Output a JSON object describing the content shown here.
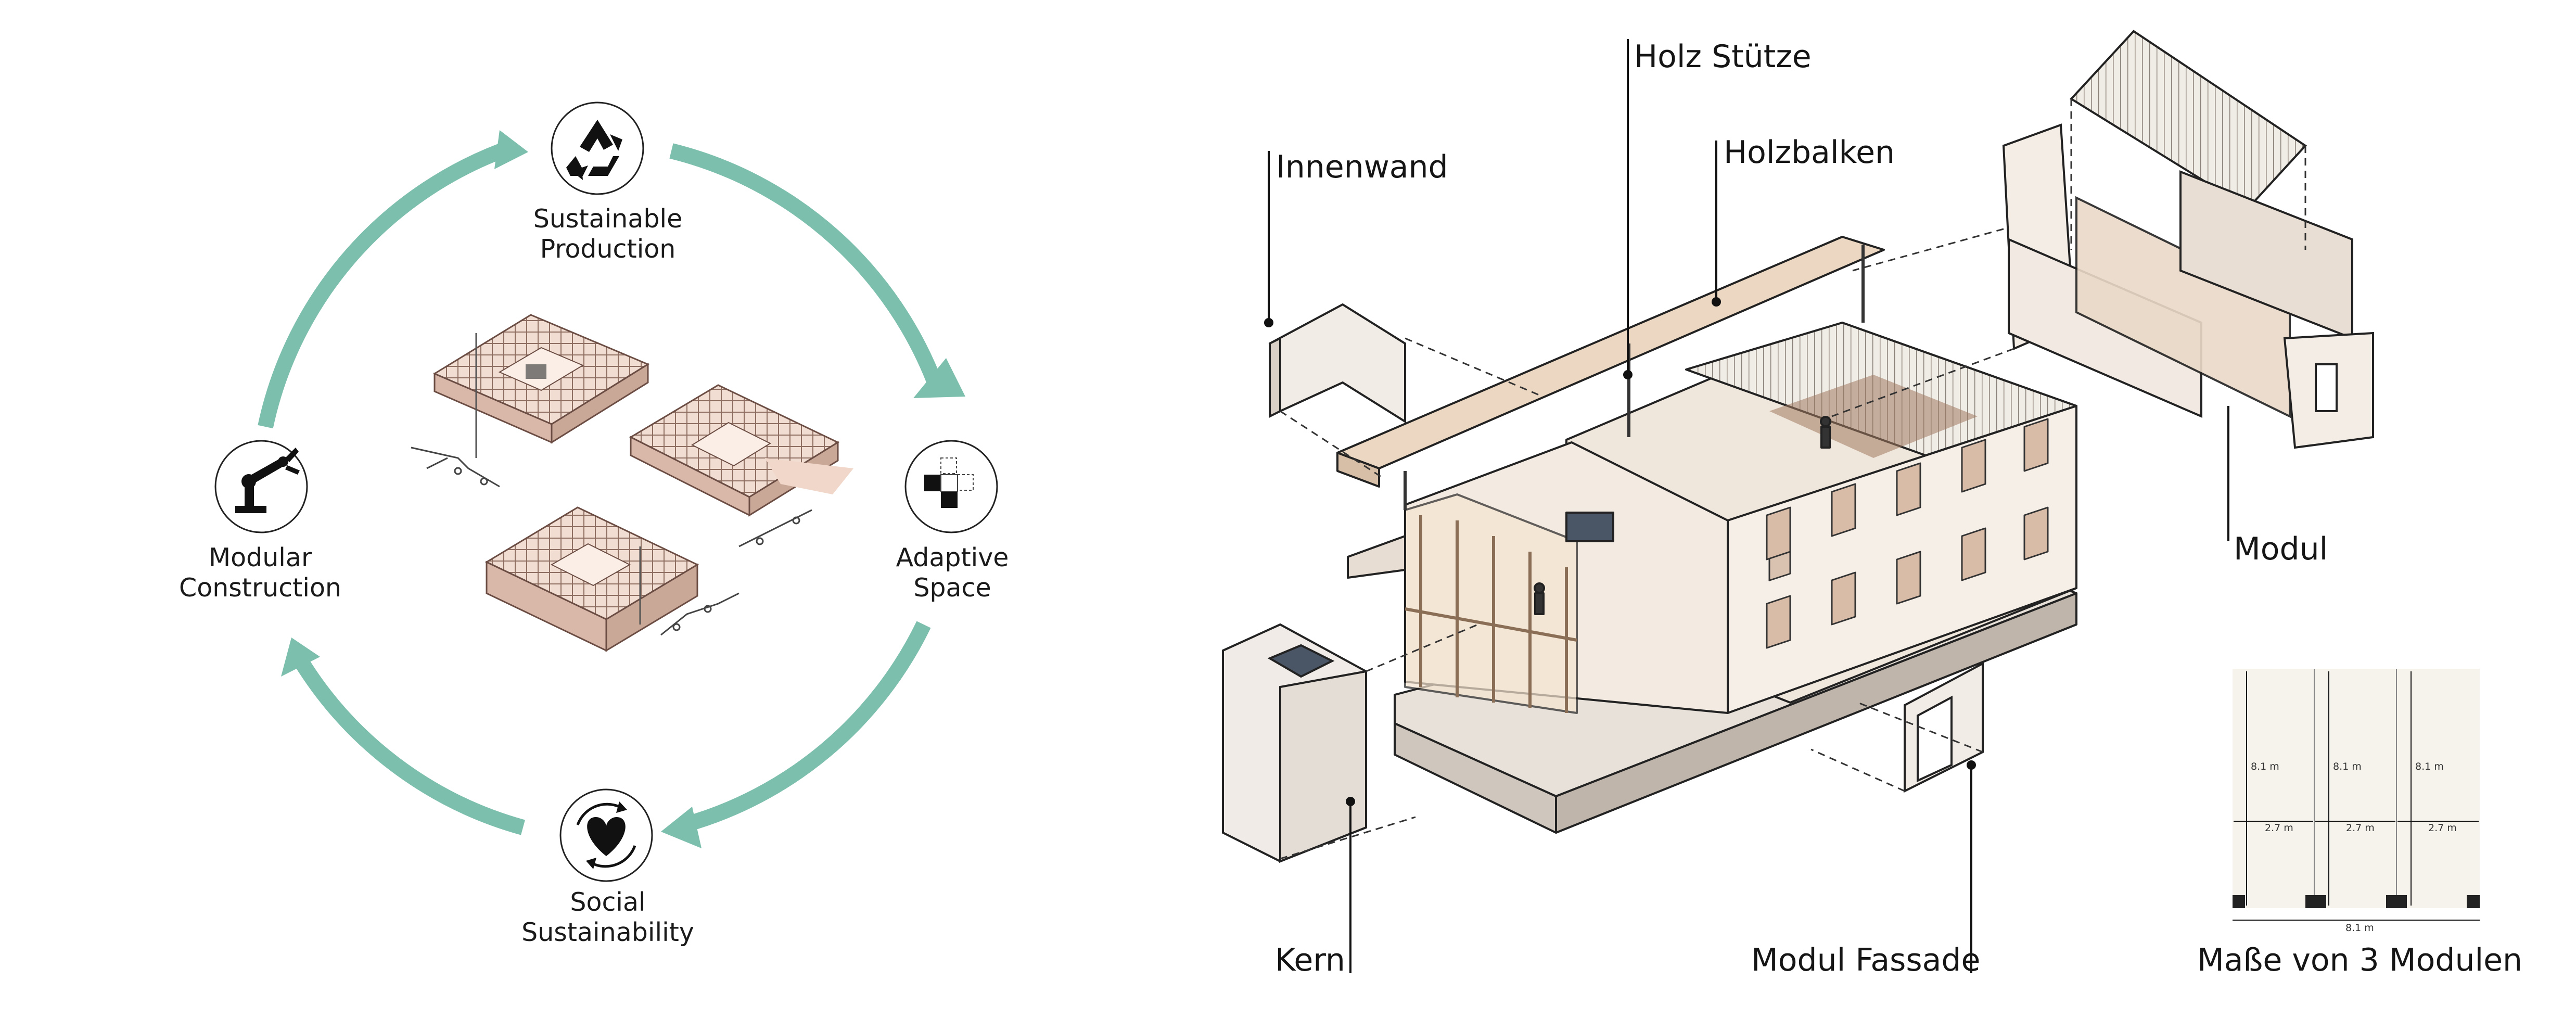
{
  "cycle": {
    "accent_color": "#7cbfad",
    "nodes": [
      {
        "id": "sustainable-production",
        "icon": "recycle-icon",
        "line1": "Sustainable",
        "line2": "Production"
      },
      {
        "id": "adaptive-space",
        "icon": "tetris-blocks-icon",
        "line1": "Adaptive",
        "line2": "Space"
      },
      {
        "id": "social-sustainability",
        "icon": "heart-cycle-icon",
        "line1": "Social",
        "line2": "Sustainability"
      },
      {
        "id": "modular-construction",
        "icon": "robot-arm-icon",
        "line1": "Modular",
        "line2": "Construction"
      }
    ]
  },
  "axonometric": {
    "labels": {
      "holz_stuetze": "Holz Stütze",
      "innenwand": "Innenwand",
      "holzbalken": "Holzbalken",
      "modul": "Modul",
      "kern": "Kern",
      "modul_fassade": "Modul Fassade"
    }
  },
  "dimensions": {
    "title": "Maße von 3 Modulen",
    "module_height": "8.1 m",
    "module_width": "2.7 m",
    "total_width": "8.1 m"
  }
}
